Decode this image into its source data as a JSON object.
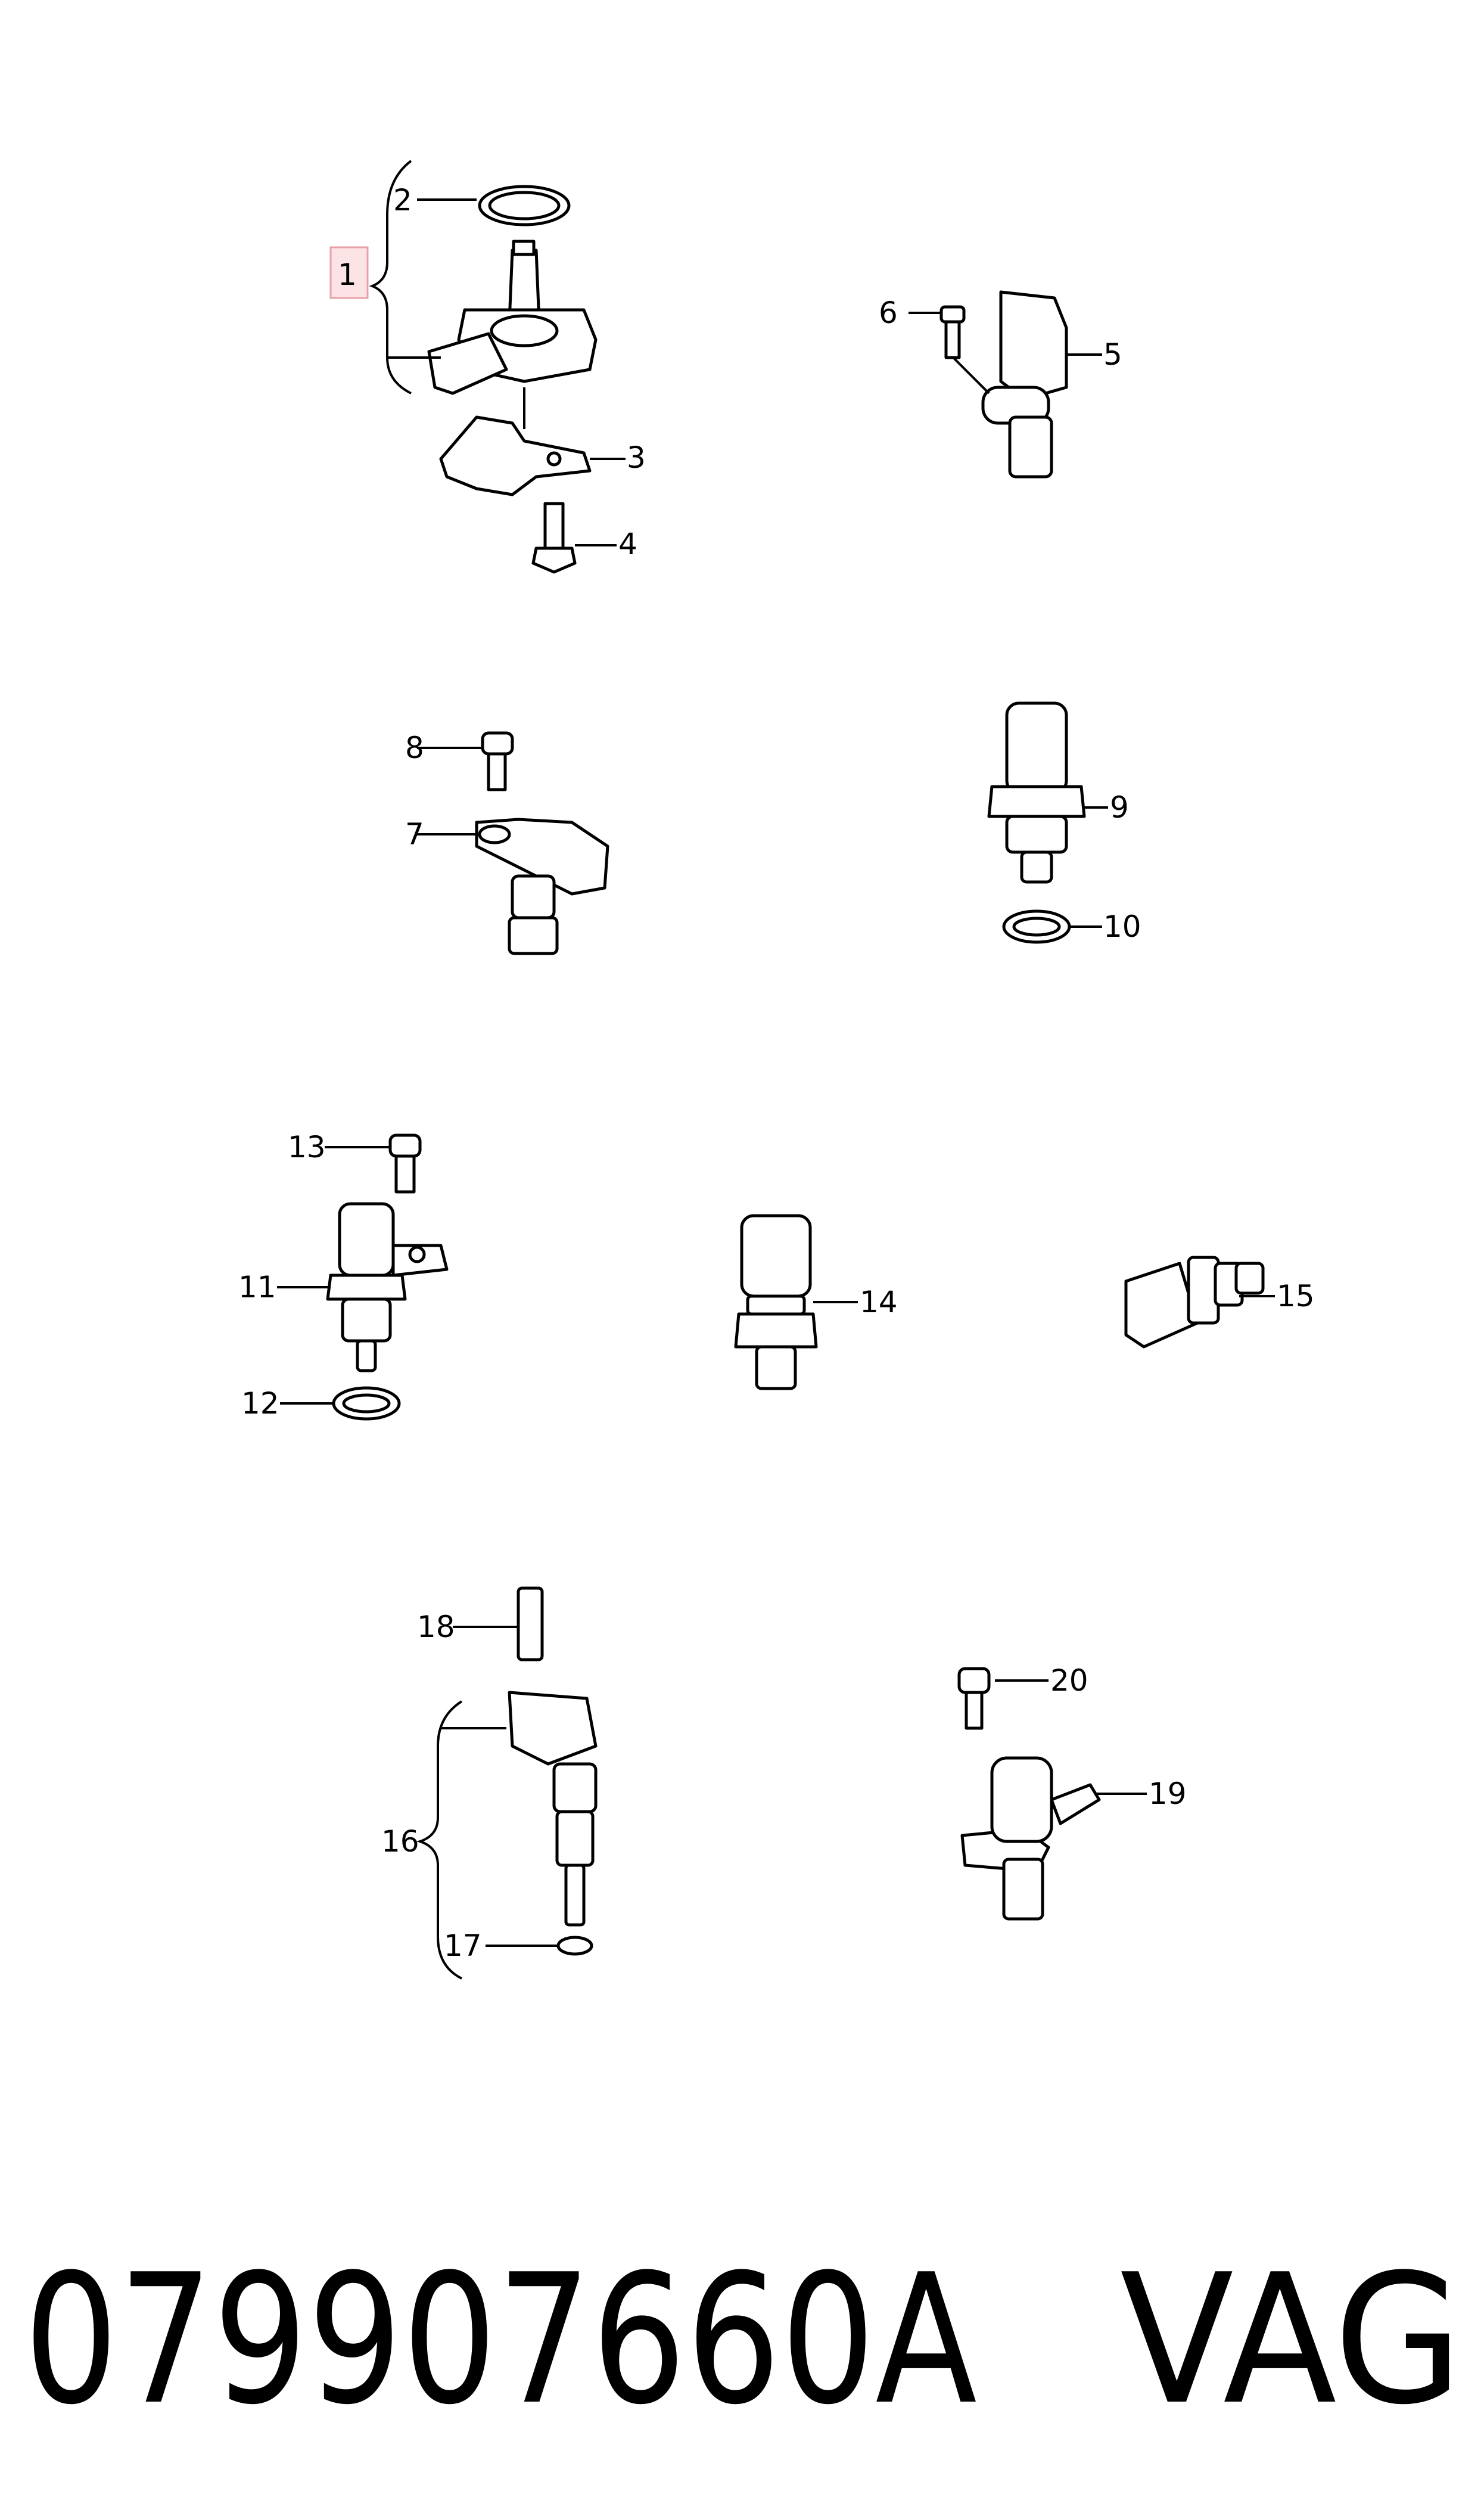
{
  "callouts": [
    "1",
    "2",
    "3",
    "4",
    "5",
    "6",
    "7",
    "8",
    "9",
    "10",
    "11",
    "12",
    "13",
    "14",
    "15",
    "16",
    "17",
    "18",
    "19",
    "20"
  ],
  "highlighted_callout": "1",
  "highlight_color": "#e8a0a8",
  "footer": {
    "part_number": "079907660A",
    "brand": "VAG"
  }
}
